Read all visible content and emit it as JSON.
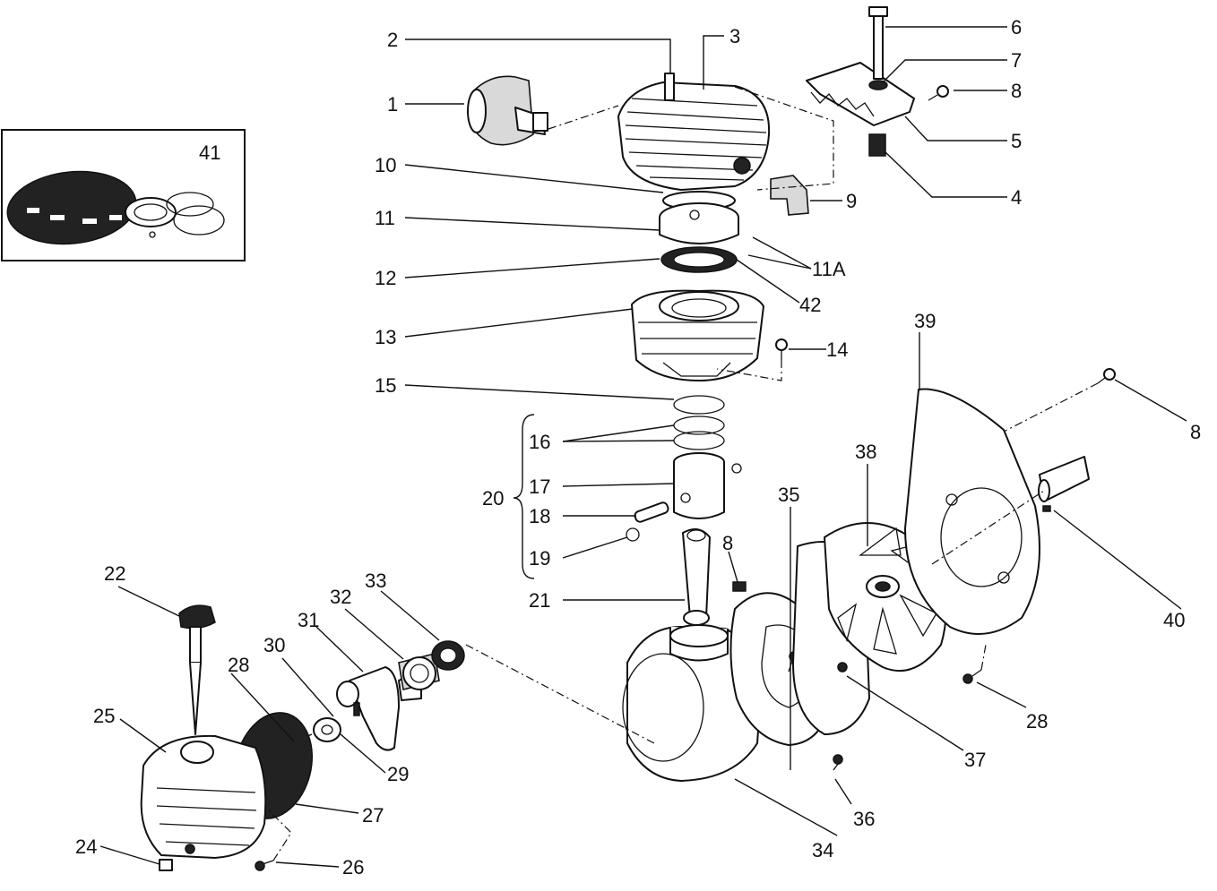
{
  "labels": {
    "p1": "1",
    "p2": "2",
    "p3": "3",
    "p4": "4",
    "p5": "5",
    "p6": "6",
    "p7": "7",
    "p8a": "8",
    "p8b": "8",
    "p8c": "8",
    "p9": "9",
    "p10": "10",
    "p11": "11",
    "p11a": "11A",
    "p12": "12",
    "p13": "13",
    "p14": "14",
    "p15": "15",
    "p16": "16",
    "p17": "17",
    "p18": "18",
    "p19": "19",
    "p20": "20",
    "p21": "21",
    "p22": "22",
    "p24": "24",
    "p25": "25",
    "p26": "26",
    "p27": "27",
    "p28a": "28",
    "p28b": "28",
    "p29": "29",
    "p30": "30",
    "p31": "31",
    "p32": "32",
    "p33": "33",
    "p34": "34",
    "p35": "35",
    "p36": "36",
    "p37": "37",
    "p38": "38",
    "p39": "39",
    "p40": "40",
    "p41": "41",
    "p42": "42"
  }
}
